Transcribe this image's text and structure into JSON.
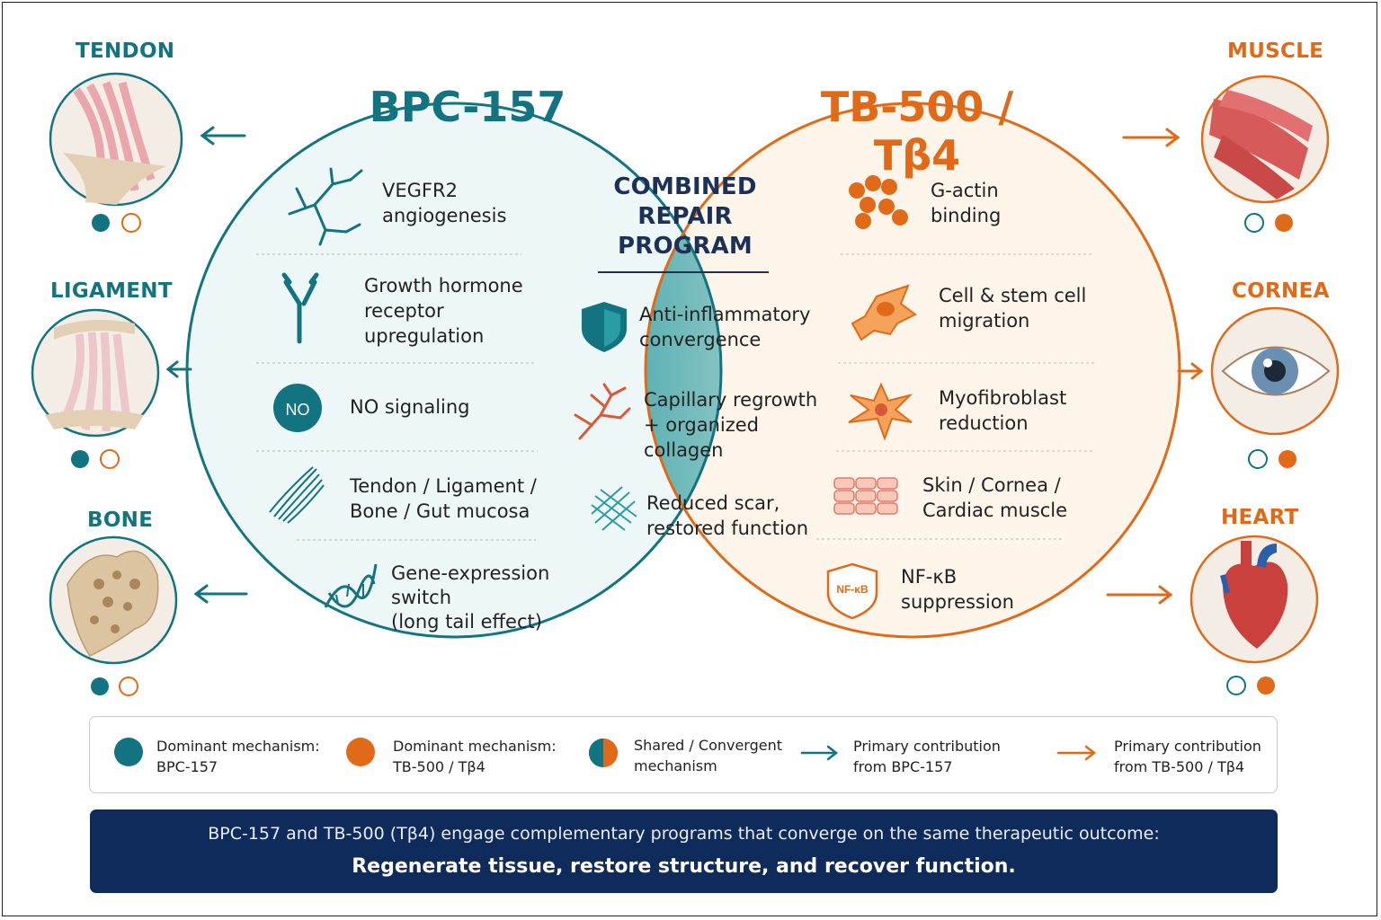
{
  "bpc": {
    "title": "BPC-157",
    "features": [
      {
        "icon": "branching-vessel-icon",
        "lines": [
          "VEGFR2",
          "angiogenesis"
        ]
      },
      {
        "icon": "receptor-icon",
        "lines": [
          "Growth hormone",
          "receptor",
          "upregulation"
        ]
      },
      {
        "icon": "no-molecule-icon",
        "icon_text": "NO",
        "lines": [
          "NO signaling"
        ]
      },
      {
        "icon": "fiber-bundle-icon",
        "lines": [
          "Tendon / Ligament /",
          "Bone / Gut mucosa"
        ]
      },
      {
        "icon": "dna-icon",
        "lines": [
          "Gene-expression",
          "switch",
          "(long tail effect)"
        ]
      }
    ]
  },
  "tb": {
    "title": "TB-500 / Tβ4",
    "features": [
      {
        "icon": "actin-beads-icon",
        "lines": [
          "G-actin",
          "binding"
        ]
      },
      {
        "icon": "migrating-cell-icon",
        "lines": [
          "Cell & stem cell",
          "migration"
        ]
      },
      {
        "icon": "myofibroblast-icon",
        "lines": [
          "Myofibroblast",
          "reduction"
        ]
      },
      {
        "icon": "tissue-layers-icon",
        "lines": [
          "Skin / Cornea /",
          "Cardiac muscle"
        ]
      },
      {
        "icon": "nfkb-shield-icon",
        "icon_text": "NF-κB",
        "lines": [
          "NF-κB",
          "suppression"
        ]
      }
    ]
  },
  "combined": {
    "title_lines": [
      "COMBINED",
      "REPAIR",
      "PROGRAM"
    ],
    "features": [
      {
        "icon": "shield-icon",
        "lines": [
          "Anti-inflammatory",
          "convergence"
        ]
      },
      {
        "icon": "capillary-icon",
        "lines": [
          "Capillary regrowth",
          "+ organized",
          "collagen"
        ]
      },
      {
        "icon": "mesh-icon",
        "lines": [
          "Reduced scar,",
          "restored function"
        ]
      }
    ]
  },
  "organs_left": [
    {
      "label": "TENDON",
      "icon": "tendon-icon"
    },
    {
      "label": "LIGAMENT",
      "icon": "ligament-icon"
    },
    {
      "label": "BONE",
      "icon": "bone-icon"
    }
  ],
  "organs_right": [
    {
      "label": "MUSCLE",
      "icon": "muscle-icon"
    },
    {
      "label": "CORNEA",
      "icon": "eye-icon"
    },
    {
      "label": "HEART",
      "icon": "heart-icon"
    }
  ],
  "legend": [
    {
      "icon": "teal-dot",
      "lines": [
        "Dominant mechanism:",
        "BPC-157"
      ]
    },
    {
      "icon": "orange-dot",
      "lines": [
        "Dominant mechanism:",
        "TB-500 / Tβ4"
      ]
    },
    {
      "icon": "split-dot",
      "lines": [
        "Shared / Convergent",
        "mechanism"
      ]
    },
    {
      "icon": "teal-arrow-icon",
      "lines": [
        "Primary contribution",
        "from BPC-157"
      ]
    },
    {
      "icon": "orange-arrow-icon",
      "lines": [
        "Primary contribution",
        "from TB-500 / Tβ4"
      ]
    }
  ],
  "summary": {
    "line1": "BPC-157 and TB-500 (Tβ4) engage complementary programs that converge on the same therapeutic outcome:",
    "line2": "Regenerate tissue, restore structure, and recover function."
  },
  "colors": {
    "teal": "#127480",
    "orange": "#e06a18",
    "navy": "#0f2b5c"
  }
}
